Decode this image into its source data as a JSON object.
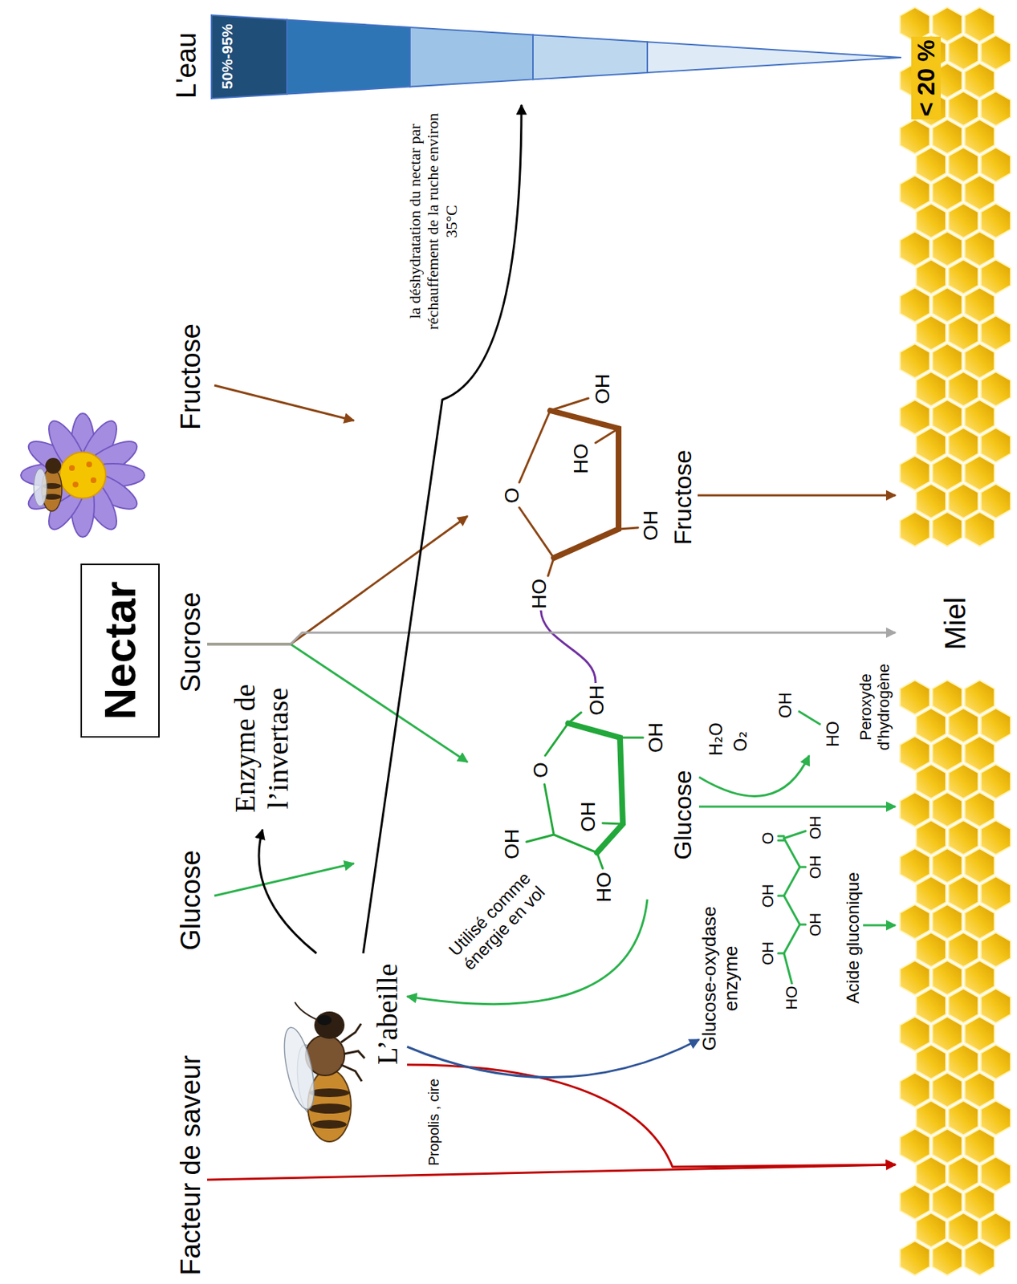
{
  "diagram": {
    "nodes": [
      {
        "text": [
          "Nectar"
        ]
      },
      {
        "text": [
          "Facteur de saveur"
        ]
      },
      {
        "text": [
          "Glucose"
        ]
      },
      {
        "text": [
          "Sucrose"
        ]
      },
      {
        "text": [
          "Fructose"
        ]
      },
      {
        "text": [
          "L'eau",
          "50%-95%"
        ]
      },
      {
        "text": [
          "Enzyme de l’invertase"
        ]
      },
      {
        "text": [
          "L’abeille"
        ]
      },
      {
        "text": [
          "Glucose"
        ]
      },
      {
        "text": [
          "Fructose"
        ]
      },
      {
        "text": [
          "Glucose-oxydase enzyme"
        ]
      },
      {
        "text": [
          "Peroxyde d'hydrogène"
        ]
      },
      {
        "text": [
          "Acide gluconique"
        ]
      },
      {
        "text": [
          "< 20 %",
          "Miel"
        ]
      }
    ],
    "edges": [
      {
        "from": 1,
        "to": 13,
        "arrow": "to"
      },
      {
        "from": 7,
        "to": 13,
        "label": "Propolis , cire",
        "arrow": "to"
      },
      {
        "from": 3,
        "to": 8,
        "arrow": "to"
      },
      {
        "from": 3,
        "to": 9,
        "arrow": "to"
      },
      {
        "from": 3,
        "to": 13,
        "arrow": "to"
      },
      {
        "from": 7,
        "to": 6,
        "arrow": "to"
      },
      {
        "from": 7,
        "to": 5,
        "label": "la déshydratation du nectar par réchauffement de la ruche environ 35°C",
        "arrow": "to"
      },
      {
        "from": 8,
        "to": 7,
        "label": "Utilisé comme énergie en vol",
        "arrow": "to"
      },
      {
        "from": 7,
        "to": 10,
        "arrow": "to"
      },
      {
        "from": 8,
        "to": 11,
        "arrow": "to"
      },
      {
        "from": 8,
        "to": 13,
        "arrow": "to"
      },
      {
        "from": 9,
        "to": 13,
        "arrow": "to"
      },
      {
        "from": 12,
        "to": 13,
        "arrow": "to"
      }
    ],
    "labels": [
      "OH",
      "O",
      "O",
      "HO",
      "HO",
      "OH",
      "OH",
      "HO",
      "OH",
      "OH",
      "OH",
      "H₂O",
      "O₂",
      "OH",
      "OH",
      "O",
      "OH",
      "HO",
      "OH",
      "OH",
      "OH",
      "HO"
    ]
  }
}
